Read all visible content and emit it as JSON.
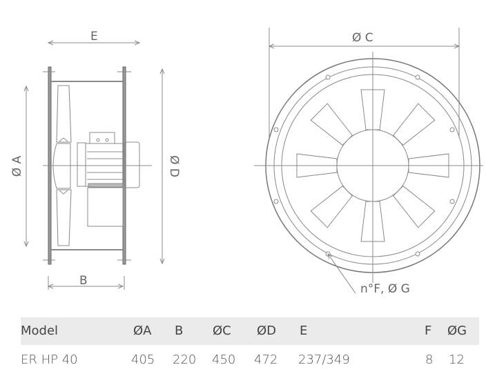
{
  "drawing": {
    "label_e": "E",
    "label_a": "Ø A",
    "label_d": "Ø D",
    "label_b": "B",
    "label_c": "Ø C",
    "label_fg": "n°F, Ø G",
    "line_color": "#777777"
  },
  "table": {
    "headers": [
      "Model",
      "ØA",
      "B",
      "ØC",
      "ØD",
      "E",
      "F",
      "ØG"
    ],
    "rows": [
      [
        "ER HP 40",
        "405",
        "220",
        "450",
        "472",
        "237/349",
        "8",
        "12"
      ]
    ]
  }
}
